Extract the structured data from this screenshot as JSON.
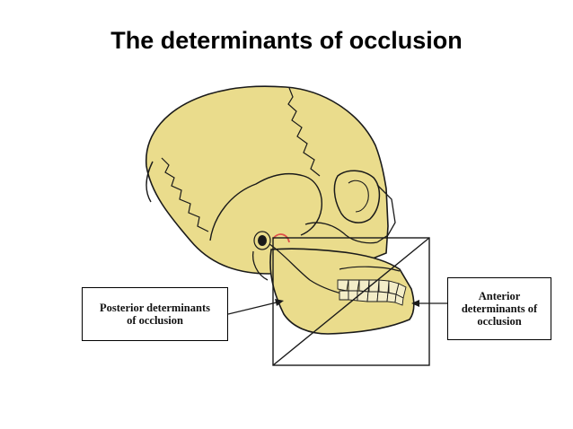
{
  "slide": {
    "title": "The determinants of occlusion"
  },
  "labels": {
    "posterior": {
      "line1": "Posterior determinants",
      "line2": "of occlusion"
    },
    "anterior": {
      "line1": "Anterior",
      "line2": "determinants of",
      "line3": "occlusion"
    }
  },
  "colors": {
    "bone": "#EADC8C",
    "outline": "#1A1A1A",
    "condyle_marker": "#E0504A",
    "background": "#FFFFFF"
  },
  "icons": {
    "skull": "skull-lateral-view-illustration"
  }
}
